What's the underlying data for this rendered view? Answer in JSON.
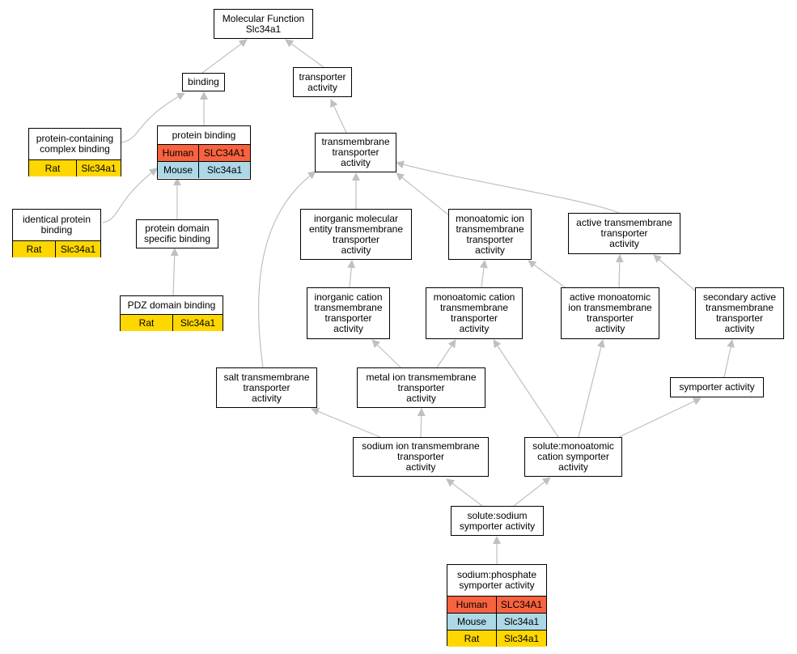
{
  "colors": {
    "human": "#f8623f",
    "mouse": "#add8e6",
    "rat": "#ffd700",
    "edge": "#c0c0c0"
  },
  "nodes": {
    "molecular_function": "Molecular Function\nSlc34a1",
    "binding": "binding",
    "transporter_activity": "transporter\nactivity",
    "protein_containing_complex_binding": "protein-containing\ncomplex binding",
    "protein_binding": "protein binding",
    "identical_protein_binding": "identical protein\nbinding",
    "protein_domain_specific_binding": "protein domain\nspecific binding",
    "pdz_domain_binding": "PDZ domain binding",
    "transmembrane_transporter_activity": "transmembrane\ntransporter\nactivity",
    "inorganic_molecular_entity": "inorganic molecular\nentity transmembrane\ntransporter\nactivity",
    "monoatomic_ion": "monoatomic ion\ntransmembrane\ntransporter\nactivity",
    "active_transmembrane": "active transmembrane\ntransporter\nactivity",
    "inorganic_cation": "inorganic cation\ntransmembrane\ntransporter\nactivity",
    "monoatomic_cation": "monoatomic cation\ntransmembrane\ntransporter\nactivity",
    "active_monoatomic_ion": "active monoatomic\nion transmembrane\ntransporter\nactivity",
    "secondary_active": "secondary active\ntransmembrane\ntransporter\nactivity",
    "salt_transmembrane": "salt transmembrane\ntransporter\nactivity",
    "metal_ion": "metal ion transmembrane\ntransporter\nactivity",
    "symporter_activity": "symporter activity",
    "sodium_ion": "sodium ion transmembrane\ntransporter\nactivity",
    "solute_monoatomic_cation_symporter": "solute:monoatomic\ncation symporter\nactivity",
    "solute_sodium_symporter": "solute:sodium\nsymporter activity",
    "sodium_phosphate_symporter": "sodium:phosphate\nsymporter activity"
  },
  "annotations": {
    "protein_containing_complex_binding": [
      {
        "species": "Rat",
        "gene": "Slc34a1"
      }
    ],
    "protein_binding": [
      {
        "species": "Human",
        "gene": "SLC34A1"
      },
      {
        "species": "Mouse",
        "gene": "Slc34a1"
      }
    ],
    "identical_protein_binding": [
      {
        "species": "Rat",
        "gene": "Slc34a1"
      }
    ],
    "pdz_domain_binding": [
      {
        "species": "Rat",
        "gene": "Slc34a1"
      }
    ],
    "sodium_phosphate_symporter": [
      {
        "species": "Human",
        "gene": "SLC34A1"
      },
      {
        "species": "Mouse",
        "gene": "Slc34a1"
      },
      {
        "species": "Rat",
        "gene": "Slc34a1"
      }
    ]
  }
}
